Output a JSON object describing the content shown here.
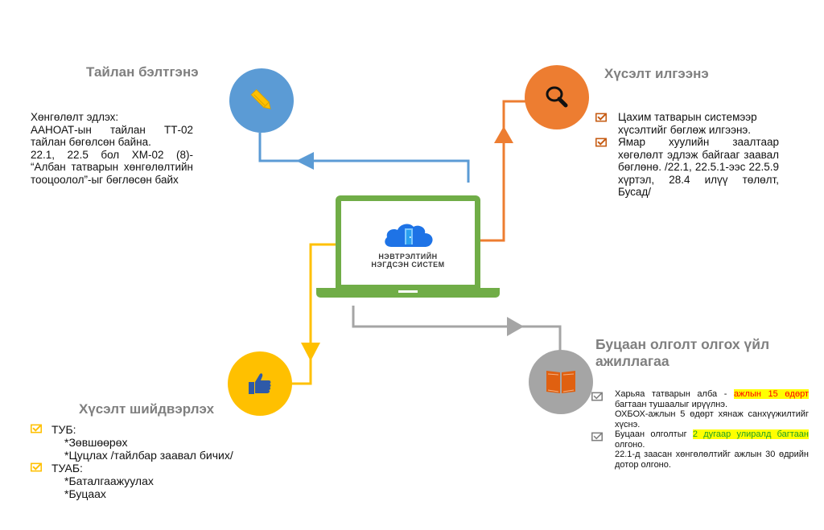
{
  "colors": {
    "blue": "#5b9bd5",
    "orange": "#ed7d31",
    "yellow": "#ffc000",
    "gray": "#a5a5a5",
    "green": "#70ad47",
    "title_gray": "#7f7f7f"
  },
  "center": {
    "logo_line1": "НЭВТРЭЛТИЙН",
    "logo_line2": "НЭГДСЭН СИСТЕМ",
    "icon": "cloud-door-icon"
  },
  "report": {
    "title": "Тайлан бэлтгэнэ",
    "icon": "pencil-icon",
    "lines": [
      "Хөнгөлөлт эдлэх:",
      "ААНОАТ-ын тайлан ТТ-02 тайлан бөгөлсөн байна.",
      "22.1, 22.5 бол ХМ-02 (8)- “Албан татварын хөнгөлөлтийн тооцоолол”-ыг бөглөсөн байх"
    ]
  },
  "request": {
    "title": "Хүсэлт илгээнэ",
    "icon": "magnifier-icon",
    "items": [
      "Цахим татварын системээр хүсэлтийг бөглөж илгээнэ.",
      "Ямар хуулийн заалтаар хөгөлөлт эдлэж байгааг заавал бөглөнө. /22.1, 22.5.1-ээс 22.5.9 хүртэл, 28.4 илүү төлөлт, Бусад/"
    ]
  },
  "decision": {
    "title": "Хүсэлт шийдвэрлэх",
    "icon": "thumbs-up-icon",
    "groups": [
      {
        "label": "ТУБ:",
        "items": [
          "*Зөвшөөрөх",
          "*Цуцлах /тайлбар заавал бичих/"
        ]
      },
      {
        "label": "ТУАБ:",
        "items": [
          "*Баталгаажуулах",
          "*Буцаах"
        ]
      }
    ]
  },
  "refund": {
    "title_line1": "Буцаан олголт олгох үйл",
    "title_line2": "ажиллагаа",
    "icon": "book-icon",
    "item1": {
      "pre": "Харьяа татварын алба - ",
      "highlight": "ажлын 15 өдөрт",
      "post": "багтаан тушаалыг ирүүлнэ.",
      "sub": "ОХБОХ-ажлын 5 өдөрт хянаж санхүүжилтийг хүснэ."
    },
    "item2": {
      "pre": "Буцаан олголтыг ",
      "highlight": "2 дугаар улиралд багтаан",
      "post": "олгоно.",
      "sub": "22.1-д заасан хөнгөлөлтийг ажлын 30 өдрийн дотор олгоно."
    }
  }
}
